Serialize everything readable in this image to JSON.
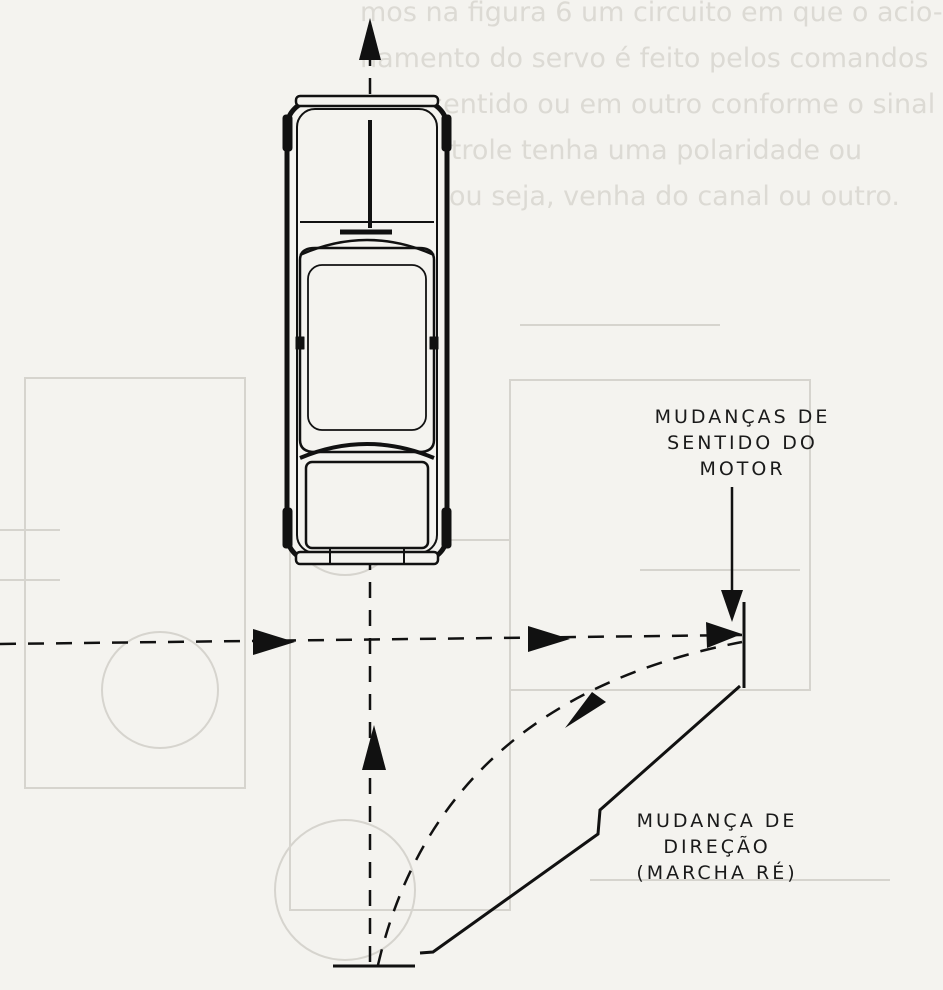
{
  "background_text": {
    "lines": [
      "mos na figura 6 um circuito em que o acio-",
      "namento do servo é feito pelos comandos",
      "num sentido ou em outro conforme o sinal",
      "de controle tenha uma polaridade ou",
      "outra, ou seja, venha do canal ou outro."
    ]
  },
  "labels": {
    "motor_direction": [
      "MUDANÇAS  DE",
      "SENTIDO   DO",
      "MOTOR"
    ],
    "reverse": [
      "MUDANÇA   DE",
      "DIREÇÃO",
      "(MARCHA  RÉ)"
    ]
  },
  "colors": {
    "ink": "#111111",
    "paper": "#f4f3ef",
    "ghost": "#dcdad4"
  }
}
